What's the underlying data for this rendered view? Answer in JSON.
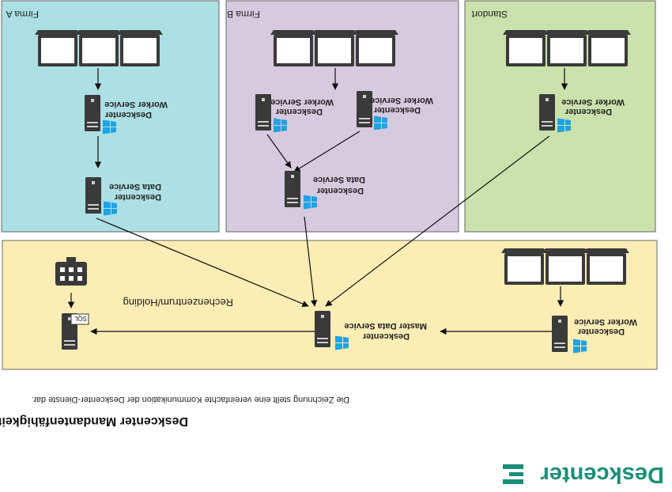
{
  "logo": {
    "text": "Deskcenter"
  },
  "title": "Deskcenter Mandantenfähigkeit",
  "caption": "Die Zeichnung stellt eine vereinfachte Kommunikation der Deskcenter-Dienste dar.",
  "colors": {
    "panel_teal": "#ade0e4",
    "panel_lilac": "#d6cadf",
    "panel_green": "#cbe2ac",
    "panel_yellow": "#fbedb4",
    "logo_green": "#1b8f78",
    "windows_blue": "#1fa3e3"
  },
  "rechenzentrum": {
    "label": "Rechenzentrum/Holding",
    "master": {
      "line1": "Deskcenter",
      "line2": "Master Data Service"
    },
    "worker": {
      "line1": "Deskcenter",
      "line2": "Worker Service"
    },
    "sql_label": "SQL"
  },
  "standort": {
    "label": "Standort",
    "worker": {
      "line1": "Deskcenter",
      "line2": "Worker Service"
    }
  },
  "firma_b": {
    "label": "Firma B",
    "data": {
      "line1": "Deskcenter",
      "line2": "Data Service"
    },
    "worker_left": {
      "line1": "Deskcenter",
      "line2": "Worker Service"
    },
    "worker_right": {
      "line1": "Deskcenter",
      "line2": "Worker Service"
    }
  },
  "firma_a": {
    "label": "Firma A",
    "data": {
      "line1": "Deskcenter",
      "line2": "Data Service"
    },
    "worker": {
      "line1": "Deskcenter",
      "line2": "Worker Service"
    }
  }
}
